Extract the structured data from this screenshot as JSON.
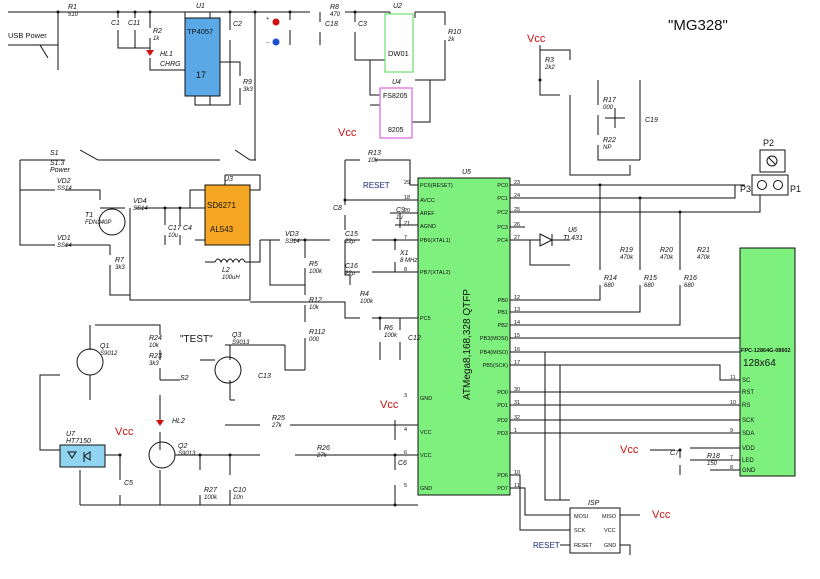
{
  "title": "\"MG328\"",
  "usb": "USB Power",
  "vcc": "Vcc",
  "reset": "RESET",
  "test": "\"TEST\"",
  "power_sw": "Power",
  "chrg": "CHRG",
  "chips": {
    "u1": {
      "ref": "U1",
      "name": "TP4057",
      "num": "17",
      "fill": "#5aa8e6"
    },
    "u2": {
      "ref": "U2",
      "name": "DW01",
      "fill": "#7be07b"
    },
    "u4": {
      "ref": "U4",
      "name": "FS8205",
      "num": "8205",
      "fill": "#e070e0"
    },
    "u3": {
      "ref": "U3",
      "name1": "SD6271",
      "name2": "AL543",
      "fill": "#f5a623"
    },
    "u5": {
      "ref": "U5",
      "name": "ATMega8,168,328 QTFP",
      "fill": "#7ef07e"
    },
    "u6": {
      "ref": "U6",
      "name": "TL431"
    },
    "u7": {
      "ref": "U7",
      "name": "HT7150",
      "fill": "#8fd4f0"
    },
    "lcd": {
      "name": "FPC-12864G-08602",
      "res": "128x64",
      "fill": "#7ef07e"
    },
    "isp": {
      "ref": "ISP"
    }
  },
  "u5_left_pins": [
    {
      "num": "29",
      "name": "PC6(RESET)"
    },
    {
      "num": "18",
      "name": "AVCC"
    },
    {
      "num": "20",
      "name": "AREF"
    },
    {
      "num": "21",
      "name": "AGND"
    },
    {
      "num": "7",
      "name": "PB6(XTAL1)"
    },
    {
      "num": "8",
      "name": "PB7(XTAL2)"
    },
    {
      "num": "",
      "name": "PC5"
    },
    {
      "num": "3",
      "name": "GND"
    },
    {
      "num": "4",
      "name": "VCC"
    },
    {
      "num": "6",
      "name": "VCC"
    },
    {
      "num": "5",
      "name": "GND"
    }
  ],
  "u5_right_pins": [
    {
      "num": "23",
      "name": "PC0"
    },
    {
      "num": "24",
      "name": "PC1"
    },
    {
      "num": "25",
      "name": "PC2"
    },
    {
      "num": "26",
      "name": "PC3"
    },
    {
      "num": "27",
      "name": "PC4"
    },
    {
      "num": "12",
      "name": "PB0"
    },
    {
      "num": "13",
      "name": "PB1"
    },
    {
      "num": "14",
      "name": "PB2"
    },
    {
      "num": "15",
      "name": "PB3(MOSI)"
    },
    {
      "num": "16",
      "name": "PB4(MISO)"
    },
    {
      "num": "17",
      "name": "PB5(SCK)"
    },
    {
      "num": "30",
      "name": "PD0"
    },
    {
      "num": "31",
      "name": "PD1"
    },
    {
      "num": "32",
      "name": "PD2"
    },
    {
      "num": "1",
      "name": "PD3"
    },
    {
      "num": "10",
      "name": "PD6"
    },
    {
      "num": "11",
      "name": "PD7"
    }
  ],
  "lcd_pins": [
    {
      "num": "11",
      "name": "SC"
    },
    {
      "num": "",
      "name": "RST"
    },
    {
      "num": "10",
      "name": "RS"
    },
    {
      "num": "",
      "name": "SCK"
    },
    {
      "num": "9",
      "name": "SDA"
    },
    {
      "num": "",
      "name": "VDD"
    },
    {
      "num": "7",
      "name": "LED"
    },
    {
      "num": "8",
      "name": "GND"
    }
  ],
  "isp_pins": [
    "MOSI",
    "SCK",
    "RESET",
    "MISO",
    "VCC",
    "GND"
  ],
  "components": [
    {
      "ref": "R1",
      "val": "510"
    },
    {
      "ref": "C1",
      "val": ""
    },
    {
      "ref": "C11",
      "val": ""
    },
    {
      "ref": "R2",
      "val": "1k"
    },
    {
      "ref": "HL1",
      "val": ""
    },
    {
      "ref": "C2",
      "val": ""
    },
    {
      "ref": "R9",
      "val": "3k3"
    },
    {
      "ref": "R8",
      "val": "470"
    },
    {
      "ref": "C18",
      "val": ""
    },
    {
      "ref": "C3",
      "val": ""
    },
    {
      "ref": "R10",
      "val": "2k"
    },
    {
      "ref": "R3",
      "val": "2k2"
    },
    {
      "ref": "R17",
      "val": "000"
    },
    {
      "ref": "R22",
      "val": "NP"
    },
    {
      "ref": "C19",
      "val": ""
    },
    {
      "ref": "P2",
      "val": ""
    },
    {
      "ref": "P3",
      "val": ""
    },
    {
      "ref": "P1",
      "val": ""
    },
    {
      "ref": "S1.3",
      "val": ""
    },
    {
      "ref": "S1",
      "val": ""
    },
    {
      "ref": "VD2",
      "val": "SS14"
    },
    {
      "ref": "T1",
      "val": "FDN340P"
    },
    {
      "ref": "VD4",
      "val": "SS14"
    },
    {
      "ref": "C17",
      "val": "10u"
    },
    {
      "ref": "C4",
      "val": ""
    },
    {
      "ref": "VD1",
      "val": "SS14"
    },
    {
      "ref": "R7",
      "val": "3k3"
    },
    {
      "ref": "L2",
      "val": "100uH"
    },
    {
      "ref": "VD3",
      "val": "SS14"
    },
    {
      "ref": "R5",
      "val": "100k"
    },
    {
      "ref": "R12",
      "val": "10k"
    },
    {
      "ref": "R112",
      "val": "000"
    },
    {
      "ref": "R13",
      "val": "10k"
    },
    {
      "ref": "C8",
      "val": ""
    },
    {
      "ref": "C9",
      "val": "1u"
    },
    {
      "ref": "C15",
      "val": "22p"
    },
    {
      "ref": "X1",
      "val": "8 MHz"
    },
    {
      "ref": "C16",
      "val": "22p"
    },
    {
      "ref": "R4",
      "val": "100k"
    },
    {
      "ref": "R6",
      "val": "100k"
    },
    {
      "ref": "C12",
      "val": ""
    },
    {
      "ref": "Q1",
      "val": "S9012"
    },
    {
      "ref": "R24",
      "val": "10k"
    },
    {
      "ref": "R23",
      "val": "3k3"
    },
    {
      "ref": "S2",
      "val": ""
    },
    {
      "ref": "Q3",
      "val": "S9013"
    },
    {
      "ref": "C13",
      "val": ""
    },
    {
      "ref": "HL2",
      "val": ""
    },
    {
      "ref": "R25",
      "val": "27k"
    },
    {
      "ref": "Q2",
      "val": "S9013"
    },
    {
      "ref": "R26",
      "val": "27k"
    },
    {
      "ref": "R27",
      "val": "100k"
    },
    {
      "ref": "C10",
      "val": "10n"
    },
    {
      "ref": "C5",
      "val": ""
    },
    {
      "ref": "C6",
      "val": ""
    },
    {
      "ref": "R19",
      "val": "470k"
    },
    {
      "ref": "R14",
      "val": "680"
    },
    {
      "ref": "R20",
      "val": "470k"
    },
    {
      "ref": "R15",
      "val": "680"
    },
    {
      "ref": "R21",
      "val": "470k"
    },
    {
      "ref": "R16",
      "val": "680"
    },
    {
      "ref": "C7",
      "val": ""
    },
    {
      "ref": "R18",
      "val": "150"
    }
  ],
  "colors": {
    "vcc": "#d01010",
    "reset": "#1a2a7a",
    "led_red": "#d01010",
    "probe_blue": "#1a4fd0"
  }
}
